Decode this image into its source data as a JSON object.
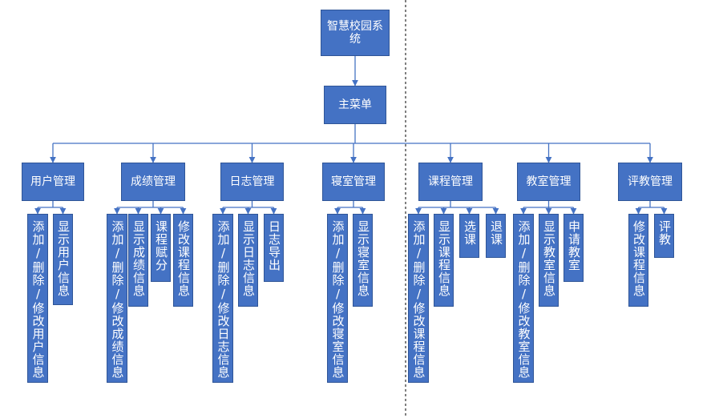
{
  "root": {
    "label": "智慧校园系统"
  },
  "main_menu": {
    "label": "主菜单"
  },
  "modules": [
    {
      "label": "用户管理",
      "children": [
        "添加/删除/修改用户信息",
        "显示用户信息"
      ]
    },
    {
      "label": "成绩管理",
      "children": [
        "添加/删除/修改成绩信息",
        "显示成绩信息",
        "课程赋分",
        "修改课程信息"
      ]
    },
    {
      "label": "日志管理",
      "children": [
        "添加/删除/修改日志信息",
        "显示日志信息",
        "日志导出"
      ]
    },
    {
      "label": "寝室管理",
      "children": [
        "添加/删除/修改寝室信息",
        "显示寝室信息"
      ]
    },
    {
      "label": "课程管理",
      "children": [
        "添加/删除/修改课程信息",
        "显示课程信息",
        "选课",
        "退课"
      ]
    },
    {
      "label": "教室管理",
      "children": [
        "添加/删除/修改教室信息",
        "显示教室信息",
        "申请教室"
      ]
    },
    {
      "label": "评教管理",
      "children": [
        "修改课程信息",
        "评教"
      ]
    }
  ],
  "colors": {
    "box_fill": "#4472C4",
    "box_border": "#2F5597",
    "connector": "#4472C4",
    "divider": "#000000",
    "text": "#ffffff"
  }
}
